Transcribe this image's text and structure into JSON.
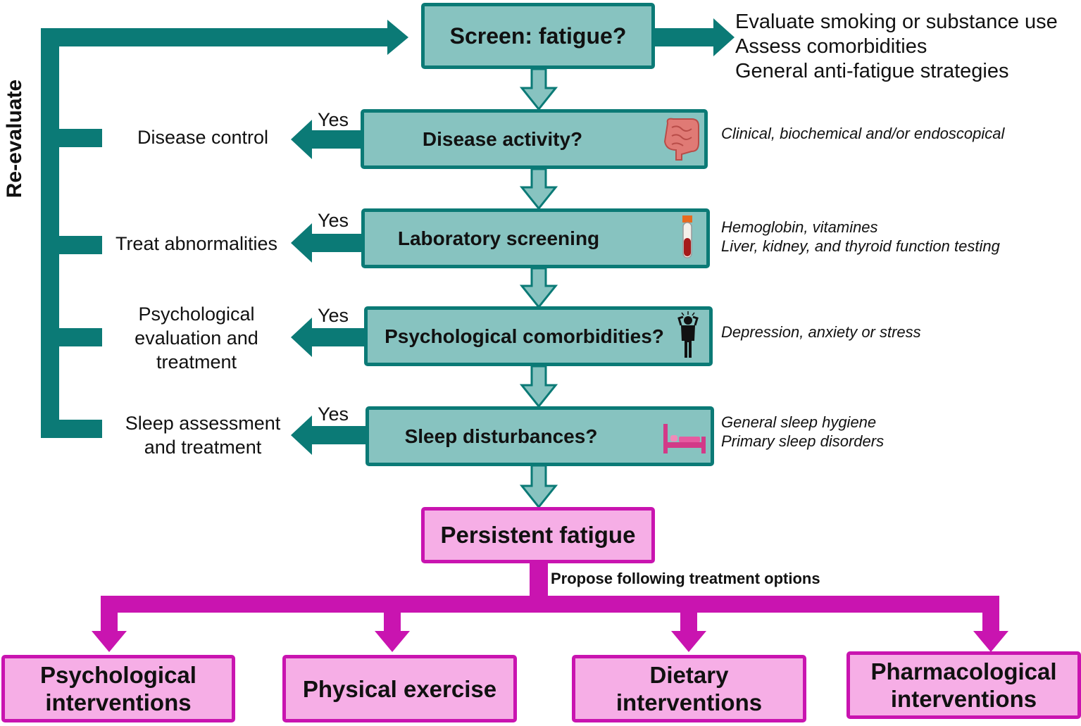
{
  "reevaluate": "Re-evaluate",
  "screen": {
    "label": "Screen: fatigue?",
    "notes": [
      "Evaluate smoking or substance use",
      "Assess comorbidities",
      "General anti-fatigue strategies"
    ]
  },
  "steps": [
    {
      "label": "Disease activity?",
      "yes": "Yes",
      "action_lines": [
        "Disease control"
      ],
      "note_lines": [
        "Clinical, biochemical and/or endoscopical"
      ],
      "icon": "intestine-icon"
    },
    {
      "label": "Laboratory screening",
      "yes": "Yes",
      "action_lines": [
        "Treat abnormalities"
      ],
      "note_lines": [
        "Hemoglobin, vitamines",
        "Liver, kidney, and thyroid function testing"
      ],
      "icon": "blood-tube-icon"
    },
    {
      "label": "Psychological comorbidities?",
      "yes": "Yes",
      "action_lines": [
        "Psychological",
        "evaluation and",
        "treatment"
      ],
      "note_lines": [
        "Depression, anxiety or stress"
      ],
      "icon": "stressed-person-icon"
    },
    {
      "label": "Sleep disturbances?",
      "yes": "Yes",
      "action_lines": [
        "Sleep assessment",
        "and treatment"
      ],
      "note_lines": [
        "General sleep hygiene",
        "Primary sleep disorders"
      ],
      "icon": "bed-icon"
    }
  ],
  "persistent": {
    "label": "Persistent fatigue",
    "propose": "Propose following treatment options"
  },
  "treatments": [
    {
      "lines": [
        "Psychological",
        "interventions"
      ]
    },
    {
      "lines": [
        "Physical exercise"
      ]
    },
    {
      "lines": [
        "Dietary",
        "interventions"
      ]
    },
    {
      "lines": [
        "Pharmacological",
        "interventions"
      ]
    }
  ],
  "colors": {
    "teal_dark": "#0b7a76",
    "teal_fill": "#87c3c0",
    "magenta": "#c914b0",
    "pink_fill": "#f6aee6"
  }
}
